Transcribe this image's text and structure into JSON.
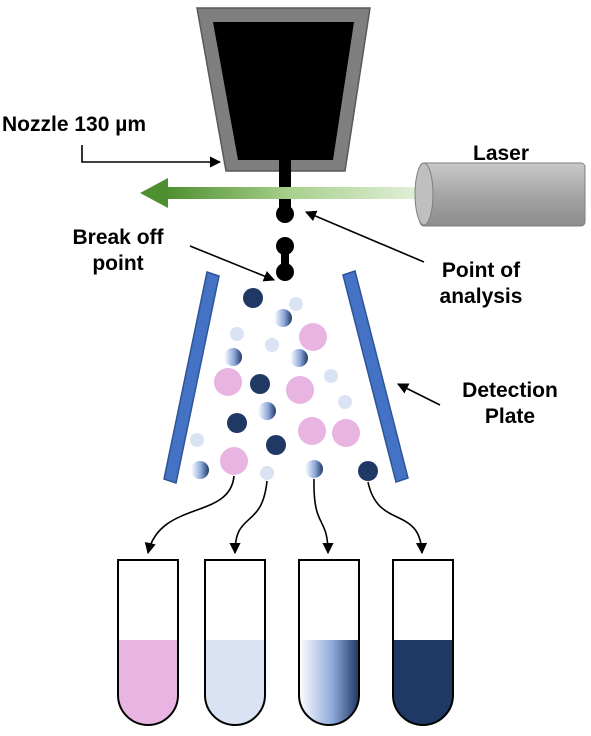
{
  "labels": {
    "nozzle": "Nozzle 130 µm",
    "laser": "Laser",
    "break_off_line1": "Break off",
    "break_off_line2": "point",
    "point_of_analysis_line1": "Point of",
    "point_of_analysis_line2": "analysis",
    "detection_line1": "Detection",
    "detection_line2": "Plate"
  },
  "colors": {
    "nozzle_frame": "#7f7f7f",
    "nozzle_fill": "#000000",
    "laser_body": "#a6a6a6",
    "laser_beam": "#5b9a3a",
    "detection_plate": "#4472c4",
    "detection_plate_border": "#2f5597",
    "cell_dark_blue": "#1f3864",
    "cell_pink": "#e8b4e2",
    "cell_light_blue": "#dae3f3",
    "arrow": "#000000"
  },
  "collection_tubes": [
    {
      "content": "pink cells",
      "fill": "#e8b4e2"
    },
    {
      "content": "light blue cells",
      "fill": "#dae3f3"
    },
    {
      "content": "gradient blue cells",
      "fill": "gradient"
    },
    {
      "content": "dark blue cells",
      "fill": "#1f3864"
    }
  ]
}
